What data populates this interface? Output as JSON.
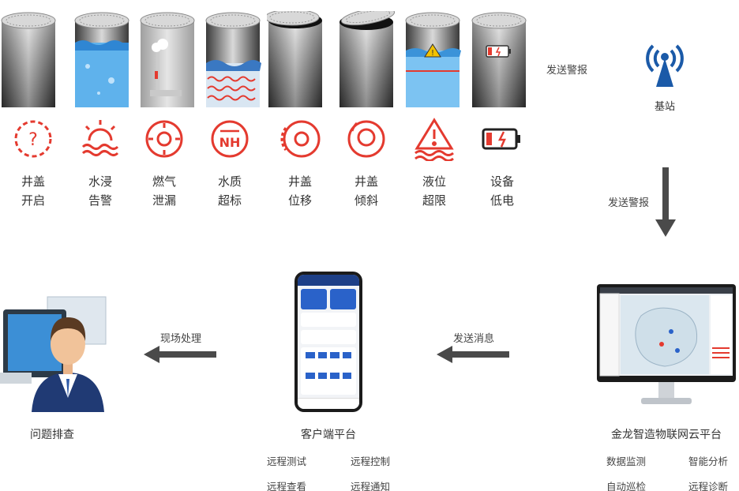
{
  "wells": [
    {
      "name": "well-closed",
      "fill": "none"
    },
    {
      "name": "well-flooded",
      "fill": "water"
    },
    {
      "name": "well-gas",
      "fill": "gas"
    },
    {
      "name": "well-water-quality",
      "fill": "wave"
    },
    {
      "name": "well-lid-displaced",
      "fill": "none"
    },
    {
      "name": "well-lid-tilted",
      "fill": "none"
    },
    {
      "name": "well-level",
      "fill": "level"
    },
    {
      "name": "well-battery",
      "fill": "battery"
    }
  ],
  "alerts": [
    {
      "icon": "question-circle-icon",
      "line1": "井盖",
      "line2": "开启"
    },
    {
      "icon": "flood-sun-icon",
      "line1": "水浸",
      "line2": "告警"
    },
    {
      "icon": "gas-sensor-icon",
      "line1": "燃气",
      "line2": "泄漏"
    },
    {
      "icon": "nh-circle-icon",
      "line1": "水质",
      "line2": "超标"
    },
    {
      "icon": "lid-shift-icon",
      "line1": "井盖",
      "line2": "位移"
    },
    {
      "icon": "lid-tilt-icon",
      "line1": "井盖",
      "line2": "倾斜"
    },
    {
      "icon": "warning-water-icon",
      "line1": "液位",
      "line2": "超限"
    },
    {
      "icon": "low-battery-icon",
      "line1": "设备",
      "line2": "低电"
    }
  ],
  "flow": {
    "send_alarm_1": "发送警报",
    "station": "基站",
    "send_alarm_2": "发送警报",
    "send_message": "发送消息",
    "onsite": "现场处理"
  },
  "nodes": {
    "person": "问题排查",
    "client": "客户端平台",
    "platform": "金龙智造物联网云平台"
  },
  "client_features": [
    "远程测试",
    "远程控制",
    "远程查看",
    "远程通知"
  ],
  "platform_features": [
    "数据监测",
    "智能分析",
    "自动巡检",
    "远程诊断"
  ],
  "colors": {
    "alert_red": "#e43a2f",
    "arrow_gray": "#4a4a4a",
    "station_blue": "#1b5aa8",
    "water_blue": "#3e9ae0"
  }
}
